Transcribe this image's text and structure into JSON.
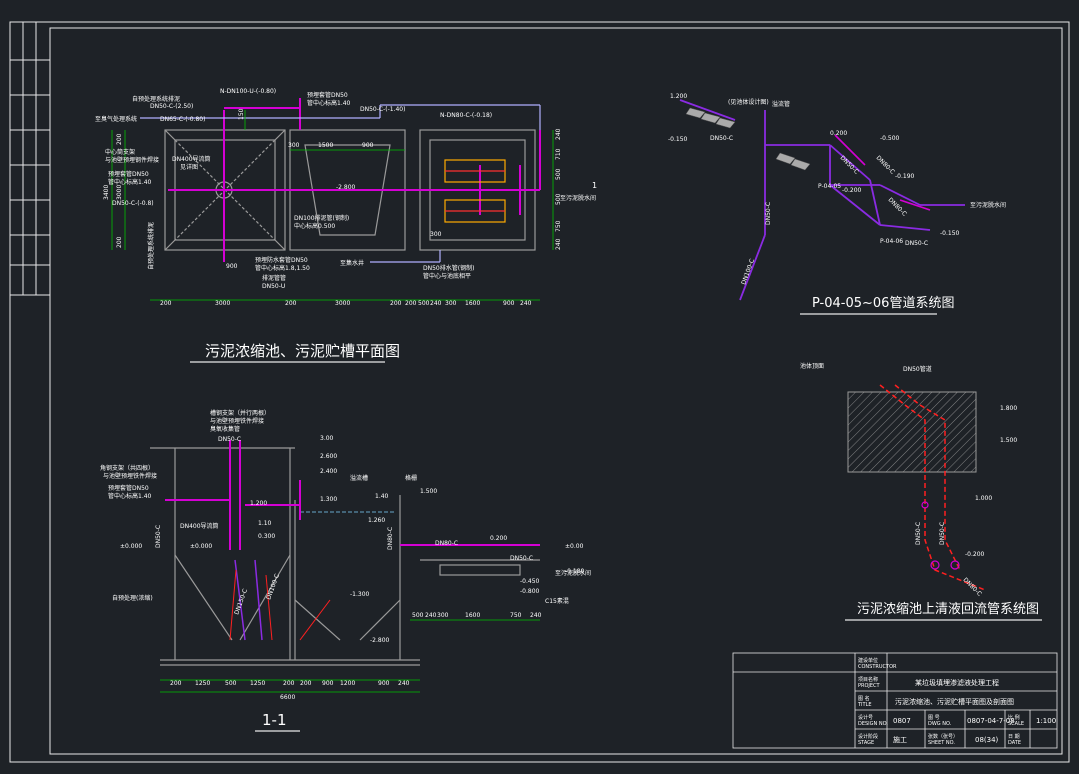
{
  "colors": {
    "background": "#1e2227",
    "line_white": "#e8e8e8",
    "pipe_magenta": "#d400d4",
    "pipe_purple": "#8a2be2",
    "pipe_red": "#ff2020",
    "dim_green": "#00c000",
    "wall_gray": "#9a9a9a"
  },
  "plan": {
    "title": "污泥浓缩池、污泥贮槽平面图",
    "labels": {
      "n_dn100": "N-DN100-U-(-0.80)",
      "self_pipe": "自预处理系统排泥",
      "dn50_c_250": "DN50-C-(2.50)",
      "odor": "至臭气处理系统",
      "dn65": "DN65-C-(-0.80)",
      "pre_sleeve": "预埋套管DN50",
      "pipe_center_140": "管中心标高1.40",
      "dn50_c_140": "DN50-C-(-1.40)",
      "n_dn80": "N-DN80-C-(-0.18)",
      "center_support": "中心筒支架",
      "embed_fix": "与池壁预埋钢件焊接",
      "sleeve_dn50": "预埋套管DN50",
      "pipe_center_140b": "管中心标高1.40",
      "dn50_c_08": "DN50-C-(-0.8)",
      "dn400": "DN400导流筒",
      "see_detail": "见详图",
      "elev_2800": "-2.800",
      "dn100_line": "DN100排泥管(钢制)",
      "center_0500": "中心标高0.500",
      "to_tank": "至污泥脱水间",
      "flow_mark": "1",
      "sleeve_dn50_bottom": "预埋防水套管DN50",
      "pipe_center_150": "管中心标高1.8,1.50",
      "drain": "排泥管管",
      "dn50_u": "DN50-U",
      "to_well": "至集水井",
      "dn_water": "DN50排水管(钢制)",
      "pipe_bottom": "管中心与池底相平",
      "vert_label": "自预处理系统排泥",
      "dim_top_300": "300",
      "dim_top_1500": "1500",
      "dim_top_900": "900",
      "dim_bot_300": "300",
      "dim_bot_900": "900",
      "v_3400": "3400",
      "v_200a": "200",
      "v_3000": "3000",
      "v_200b": "200",
      "v_240": "240",
      "v_710": "710",
      "v_500a": "500",
      "v_500b": "500",
      "v_750": "750",
      "v_240b": "240",
      "v_150": "150"
    },
    "bottom_dims": [
      "200",
      "3000",
      "200",
      "3000",
      "200",
      "200",
      "500",
      "240",
      "300",
      "1600",
      "900",
      "240"
    ]
  },
  "section": {
    "title": "1-1",
    "labels": {
      "support_a": "槽钢支架（并行两根）",
      "support_b": "与池壁预埋铁件焊接",
      "odor_pipe": "臭氧收集管",
      "dn50c": "DN50-C",
      "angle_support": "角钢支架（共四根）",
      "angle_b": "与池壁预埋铁件焊接",
      "sleeve": "预埋套管DN50",
      "center140": "管中心标高1.40",
      "dn400": "DN400导流筒",
      "dn50_c_v": "DN50-C",
      "dn50_c_v2": "DN80-C",
      "self_sludge": "自预处理(浓缩)",
      "overflow": "溢流槽",
      "grid": "格栅",
      "to_dewater": "至污泥脱水间",
      "dn80_c": "DN80-C",
      "dn50_c2": "DN50-C",
      "concrete": "C15素混",
      "pipe_dn150": "DN150-C",
      "pipe_dn100": "DN100-C"
    },
    "elevations": {
      "e300": "3.00",
      "e260": "2.600",
      "e240": "2.400",
      "e1200": "1.200",
      "e1300": "1.300",
      "e140": "1.40",
      "e1500": "1.500",
      "e110": "1.10",
      "e0300": "0.300",
      "e1260": "1.260",
      "e0200": "0.200",
      "e0000a": "±0.000",
      "e0000b": "±0.000",
      "e0000c": "±0.00",
      "e0180": "-0.180",
      "e0450": "-0.450",
      "e0800": "-0.800",
      "e1300n": "-1.300",
      "e2800": "-2.800"
    },
    "small_dims": [
      "500",
      "240",
      "300",
      "1600",
      "750",
      "240"
    ],
    "bottom_dims": [
      "200",
      "1250",
      "500",
      "1250",
      "200",
      "200",
      "900",
      "1200",
      "900",
      "240"
    ],
    "total": "6600"
  },
  "iso": {
    "title": "P-04-05~06管道系统图",
    "labels": {
      "e1200": "1.200",
      "e0150": "-0.150",
      "valve_note": "(见池体设计图)",
      "dn50c": "DN50-C",
      "top_note": "溢流管",
      "e0200": "0.200",
      "e0500": "-0.500",
      "e0200n": "-0.200",
      "p0405": "P-04-05",
      "p0406": "P-04-06",
      "dn50_a": "DN50-C",
      "dn50_b": "DN80-C",
      "dn80_c": "DN80-C",
      "e0190": "-0.190",
      "to_dewater": "至污泥脱水间",
      "e0150b": "-0.150",
      "dn50c_b": "DN50-C",
      "dn50c_long": "DN50-C",
      "dn100c": "DN100-C"
    }
  },
  "return": {
    "title": "污泥浓缩池上清液回流管系统图",
    "labels": {
      "wall": "池体顶面",
      "pipe": "DN50管道",
      "e1800": "1.800",
      "e1500": "1.500",
      "e1000": "1.000",
      "e0200": "-0.200",
      "dn50c_a": "DN50-C",
      "dn50c_b": "DN50-C",
      "dn80c": "DN80-C"
    }
  },
  "title_block": {
    "company": "建设单位",
    "company_en": "CONSTRUCTOR",
    "project_label": "项目名称",
    "project_label_en": "PROJECT",
    "project": "某垃圾填埋渗滤液处理工程",
    "drawing_label": "图 名",
    "drawing_label_en": "TITLE",
    "drawing": "污泥浓缩池、污泥贮槽平面图及剖面图",
    "design_label": "设计号",
    "design_label_en": "DESIGN NO.",
    "design_no": "0807",
    "drawing_no_label": "图 号",
    "drawing_no_label_en": "DWG NO.",
    "drawing_no": "0807-04-7-08",
    "scale_label": "比 例",
    "scale_label_en": "SCALE",
    "scale": "1:100",
    "stage_label": "设计阶段",
    "stage_label_en": "STAGE",
    "stage": "施工",
    "sheet_label": "张数（张号）",
    "sheet_label_en": "SHEET NO.",
    "sheet": "08(34)",
    "date_label": "日 期",
    "date_label_en": "DATE",
    "date": ""
  }
}
